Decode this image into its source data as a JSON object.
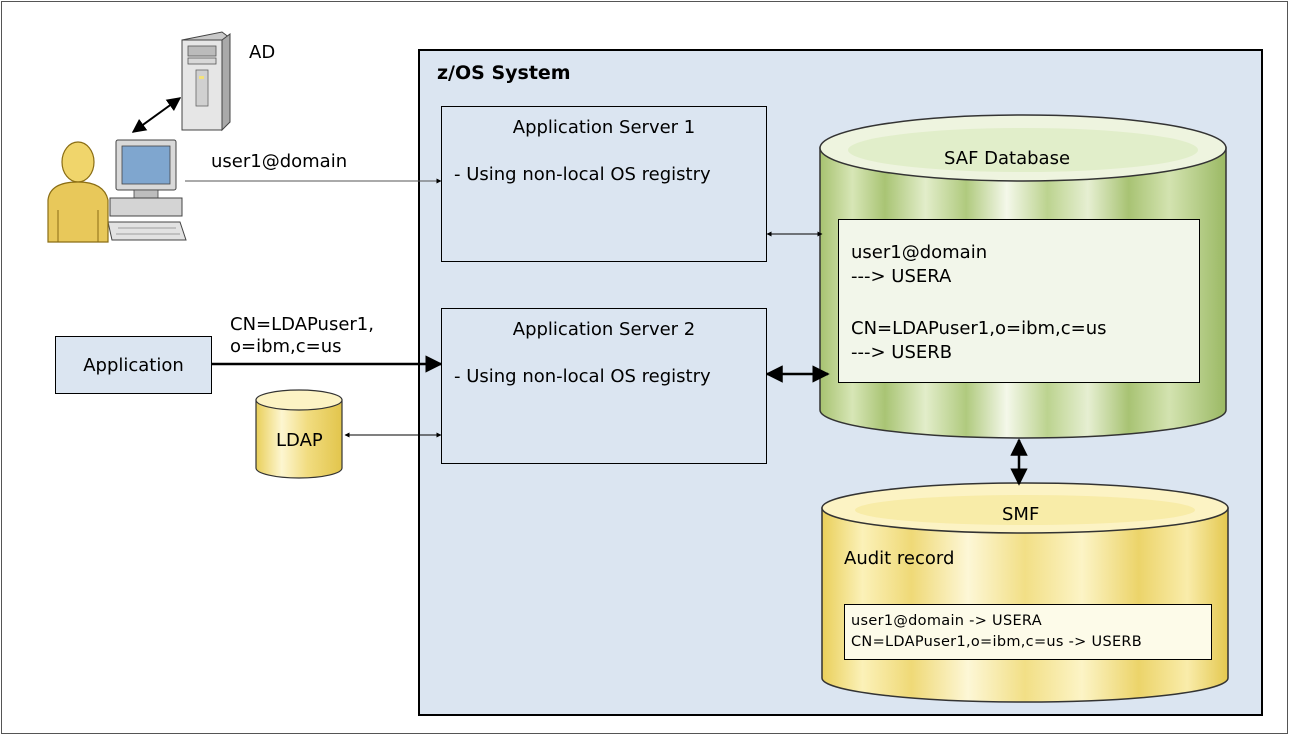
{
  "ad": {
    "label": "AD"
  },
  "user": {
    "id_label": "user1@domain"
  },
  "zos": {
    "title": "z/OS System"
  },
  "app_server_1": {
    "title": "Application Server 1",
    "desc": "- Using non-local OS registry"
  },
  "app_server_2": {
    "title": "Application Server 2",
    "desc": "- Using non-local OS registry"
  },
  "application": {
    "label": "Application",
    "id_line1": "CN=LDAPuser1,",
    "id_line2": "o=ibm,c=us"
  },
  "ldap": {
    "label": "LDAP"
  },
  "saf": {
    "title": "SAF Database",
    "lines": [
      "user1@domain",
      "---> USERA",
      "CN=LDAPuser1,o=ibm,c=us",
      "---> USERB"
    ]
  },
  "smf": {
    "title": "SMF",
    "audit_title": "Audit record",
    "audit_lines": [
      "user1@domain -> USERA",
      "CN=LDAPuser1,o=ibm,c=us -> USERB"
    ]
  },
  "colors": {
    "zos_bg": "#dbe5f1",
    "saf_green": "#b5cf86",
    "smf_yellow": "#f3e38a",
    "person": "#e8c85a"
  }
}
